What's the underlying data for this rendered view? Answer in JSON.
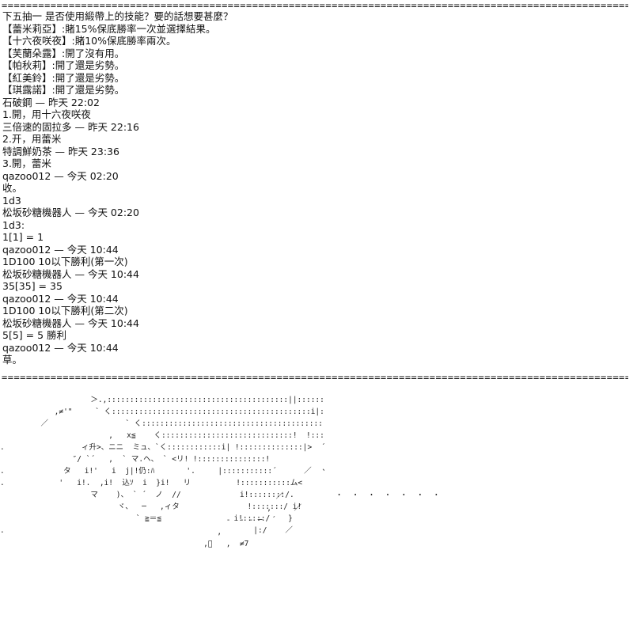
{
  "separator_top": "=======================================================================================================",
  "log_lines": [
    "下五抽一 是否使用緞帶上的技能？要的話想要甚麼？",
    "【蕾米莉亞】:賭15%保底勝率一次並選擇結果。",
    "【十六夜咲夜】:賭10%保底勝率兩次。",
    "【芙蘭朵露】:開了沒有用。",
    "【帕秋莉】:開了還是劣勢。",
    "【紅美鈴】:開了還是劣勢。",
    "【琪露諾】:開了還是劣勢。",
    "石破鋼 — 昨天 22:02",
    "1.開，用十六夜咲夜",
    "三倍速的固拉多 — 昨天 22:16",
    "2.开，用蕾米",
    "特調鮮奶茶 — 昨天 23:36",
    "3.開，蕾米",
    "qazoo012 — 今天 02:20",
    "收。",
    "1d3",
    "松坂砂糖機器人 — 今天 02:20",
    "1d3:",
    "1[1] = 1",
    "qazoo012 — 今天 10:44",
    "1D100 10以下勝利(第一次)",
    "松坂砂糖機器人 — 今天 10:44",
    "35[35] = 35",
    "qazoo012 — 今天 10:44",
    "1D100 10以下勝利(第二次)",
    "松坂砂糖機器人 — 今天 10:44",
    "5[5] = 5 勝利",
    "qazoo012 — 今天 10:44",
    "草。"
  ],
  "separator_bottom": "=======================================================================================================",
  "ascii_art_left": "                    ＞.,::::::::::::::::::::::::::::::::::::::::||::::::::::::::::::::::::::::::\n            ,≠'\"     ` く::::::::::::::::::::::::::::::::::::::::::::i|::::::::::::::::::::::::::::::\n         ／                 ` く:::::::::::::::::::::::::::::::::::::::::||::::::::::::::::::::::::::::\n                        ,   x≦    く:::::::::::::::::::::::::::::!  !::::::::::::::::::i::::::::\n.                 ィ升>、ニニ  ミュ、`く::::::::::::i| !::::::::::::::|>  ´   ヾ::::\n                ″/ `´   ,  ` マ.ヘ、 ` <リ! !:::::::::::::::!            ヾ:\n.             タ   i!'   i  j|!仍:ﾊ       '.     |:::::::::::´      ／  ヽ\n.            '   i!.  ,i!  込ｿ  i  }i!   リ          !:::::::::::ム<       ヽ\n                    マ    )、 ` ´  ノ  //             i!::::::::/.       ＼\n                          ヾ、  ─   ,ィタ               !:::::::/ i!           }\n                              ` ≧＝≦                i!:::::/    }          ノ\n.                                                       |:/    ／         ／",
  "ascii_art_right": "             ′     ／\n                 ,     ／\n        -  - ‐ ─  ´\n      ,\n   ,ﾞ   ,  ≠7",
  "dots": ". . . . . . ."
}
